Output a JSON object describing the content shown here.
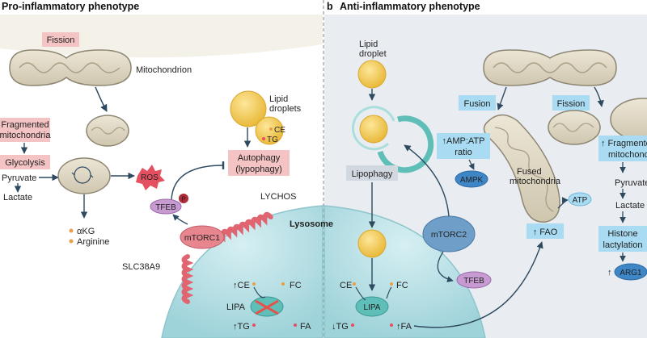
{
  "panel_a": {
    "header": "Pro-inflammatory phenotype",
    "fission_label": "Fission",
    "mitochondrion_label": "Mitochondrion",
    "fragmented_line1": "Fragmented",
    "fragmented_line2": "mitochondria",
    "glycolysis_label": "Glycolysis",
    "pyruvate_label": "Pyruvate",
    "lactate_label": "Lactate",
    "ros_label": "ROS",
    "akg_label": "αKG",
    "arginine_label": "Arginine",
    "lipid_droplets_line1": "Lipid",
    "lipid_droplets_line2": "droplets",
    "ce_label": "CE",
    "tg_label": "TG",
    "autophagy_line1": "Autophagy",
    "autophagy_line2": "(lypophagy)",
    "tfeb_label": "TFEB",
    "p_label": "P",
    "mtorc1_label": "mTORC1",
    "lychos_label": "LYCHOS",
    "slc_label": "SLC38A9",
    "lysosome_label": "Lysosome",
    "up_ce_label": "↑CE",
    "fc_label": "FC",
    "lipa_label": "LIPA",
    "up_tg_label": "↑TG",
    "fa_label": "FA"
  },
  "panel_b": {
    "letter": "b",
    "header": "Anti-inflammatory phenotype",
    "lipid_droplet_line1": "Lipid",
    "lipid_droplet_line2": "droplet",
    "lipophagy_label": "Lipophagy",
    "fusion_label": "Fusion",
    "amp_line1": "↑AMP:ATP",
    "amp_line2": "ratio",
    "ampk_label": "AMPK",
    "fused_line1": "Fused",
    "fused_line2": "mitochondria",
    "atp_label": "ATP",
    "fao_label": "↑ FAO",
    "mtorc2_label": "mTORC2",
    "tfeb_label": "TFEB",
    "fission_label": "Fission",
    "fragmented_line1": "↑ Fragmented",
    "fragmented_line2": "mitochondria",
    "pyruvate_label": "Pyruvate",
    "lactate_label": "Lactate",
    "histone_line1": "Histone",
    "histone_line2": "lactylation",
    "arg1_up": "↑",
    "arg1_label": "ARG1",
    "ce_label": "CE",
    "fc_label": "FC",
    "lipa_label": "LIPA",
    "tg_label": "↓TG",
    "fa_label": "↑FA"
  },
  "colors": {
    "panel_a_bg": "#f4f1e8",
    "panel_b_bg": "#e9edf2",
    "pink_box": "#f4c3c3",
    "blue_box": "#a9dcf3",
    "lysosome": "#bfe3e8",
    "lipid": "#f2c64a",
    "mito": "#e3dccb",
    "mtor_a": "#e8868f",
    "mtor_b": "#6f9fc8",
    "tfeb": "#c79bd1",
    "ampk": "#3f86c6",
    "ros": "#e45060",
    "lipa": "#5fbfb8"
  }
}
